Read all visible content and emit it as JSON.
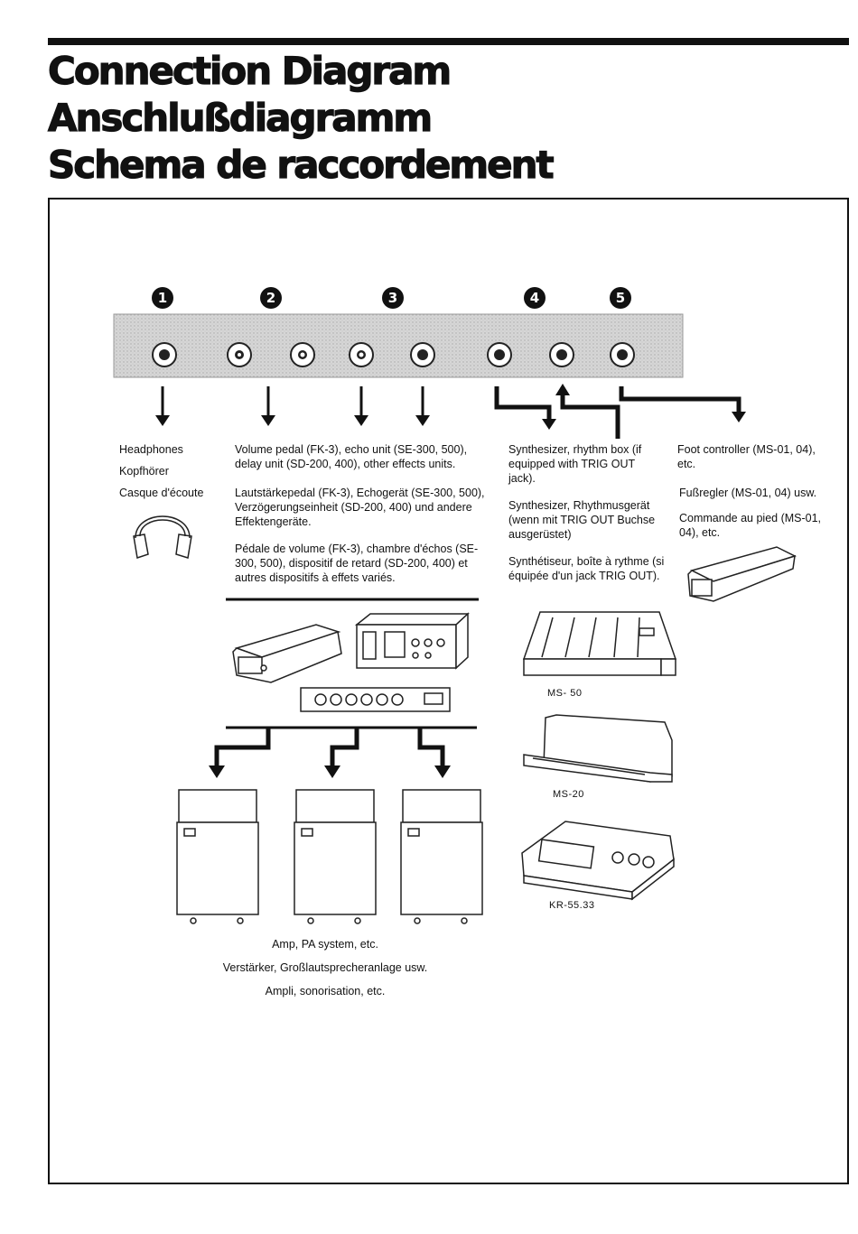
{
  "titles": [
    "Connection Diagram",
    "Anschlußdiagramm",
    "Schema de raccordement"
  ],
  "jack_numbers": [
    "1",
    "2",
    "3",
    "4",
    "5"
  ],
  "headphones": {
    "en": "Headphones",
    "de": "Kopfhörer",
    "fr": "Casque d'écoute"
  },
  "effects": {
    "en": "Volume pedal (FK-3), echo unit (SE-300, 500), delay unit (SD-200, 400),   other effects units.",
    "de": "Lautstärkepedal (FK-3), Echogerät (SE-300, 500), Verzögerungseinheit (SD-200, 400) und andere Effektengeräte.",
    "fr": "Pédale de volume (FK-3), chambre d'échos (SE-300, 500), dispositif de retard (SD-200, 400)  et autres dispositifs à effets variés."
  },
  "synth": {
    "en": "Synthesizer, rhythm box (if equipped with TRIG OUT jack).",
    "de": "Synthesizer, Rhythmusgerät (wenn mit TRIG OUT Buchse ausgerüstet)",
    "fr": "Synthétiseur, boîte à rythme (si équipée d'un jack TRIG OUT)."
  },
  "foot": {
    "en": "Foot controller (MS-01, 04), etc.",
    "de": "Fußregler (MS-01, 04) usw.",
    "fr": "Commande au pied (MS-01, 04), etc."
  },
  "devices": {
    "ms50": "MS- 50",
    "ms20": "MS-20",
    "kr55": "KR-55.33"
  },
  "amp": {
    "en": "Amp, PA system, etc.",
    "de": "Verstärker, Großlautsprecheranlage usw.",
    "fr": "Ampli, sonorisation, etc."
  }
}
